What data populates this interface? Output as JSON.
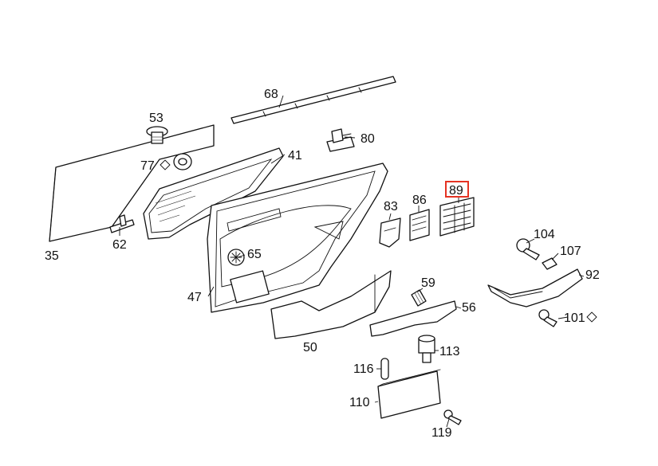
{
  "callouts": [
    {
      "id": "68",
      "text": "68"
    },
    {
      "id": "53",
      "text": "53"
    },
    {
      "id": "80",
      "text": "80"
    },
    {
      "id": "41",
      "text": "41"
    },
    {
      "id": "77",
      "text": "77"
    },
    {
      "id": "83",
      "text": "83"
    },
    {
      "id": "86",
      "text": "86"
    },
    {
      "id": "89",
      "text": "89",
      "highlighted": true
    },
    {
      "id": "104",
      "text": "104"
    },
    {
      "id": "107",
      "text": "107"
    },
    {
      "id": "92",
      "text": "92"
    },
    {
      "id": "62",
      "text": "62"
    },
    {
      "id": "65",
      "text": "65"
    },
    {
      "id": "35",
      "text": "35"
    },
    {
      "id": "47",
      "text": "47"
    },
    {
      "id": "59",
      "text": "59"
    },
    {
      "id": "56",
      "text": "56"
    },
    {
      "id": "101",
      "text": "101"
    },
    {
      "id": "50",
      "text": "50"
    },
    {
      "id": "113",
      "text": "113"
    },
    {
      "id": "116",
      "text": "116"
    },
    {
      "id": "110",
      "text": "110"
    },
    {
      "id": "119",
      "text": "119"
    }
  ],
  "colors": {
    "line": "#111111",
    "highlight": "#e53323",
    "background": "#ffffff"
  }
}
